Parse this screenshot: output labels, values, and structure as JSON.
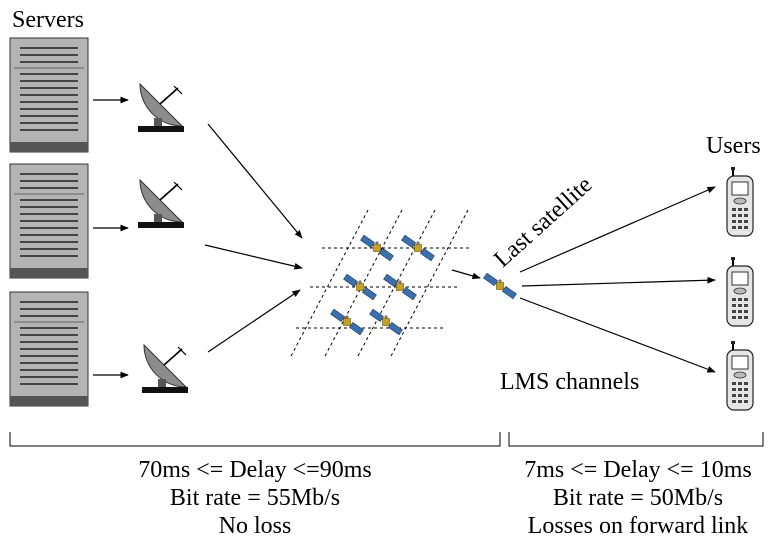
{
  "labels": {
    "servers": "Servers",
    "users": "Users",
    "last_satellite": "Last satellite",
    "lms_channels": "LMS channels"
  },
  "segment_left": {
    "delay": "70ms <= Delay <=90ms",
    "bitrate": "Bit rate = 55Mb/s",
    "loss": "No loss"
  },
  "segment_right": {
    "delay": "7ms <= Delay <= 10ms",
    "bitrate": "Bit rate = 50Mb/s",
    "loss": "Losses on forward link"
  },
  "icons": {
    "server": "server-rack-icon",
    "dish": "satellite-dish-icon",
    "satellite": "satellite-icon",
    "phone": "mobile-phone-icon"
  },
  "colors": {
    "panel_blue": "#3a6fb0",
    "satellite_body": "#c8a21e",
    "dish_gray": "#8c8c8c",
    "server_gray": "#b4b4b4",
    "server_dark": "#555555"
  }
}
